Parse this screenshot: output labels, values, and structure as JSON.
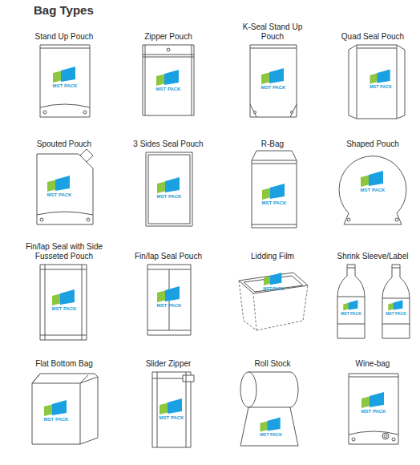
{
  "diagram": {
    "title": "Bag Types",
    "nodes": [
      {
        "text": [
          "Stand Up Pouch",
          "MST PACK"
        ]
      },
      {
        "text": [
          "Zipper Pouch",
          "MST PACK"
        ]
      },
      {
        "text": [
          "K-Seal Stand Up Pouch",
          "MST PACK"
        ]
      },
      {
        "text": [
          "Quad Seal Pouch",
          "MST PACK"
        ]
      },
      {
        "text": [
          "Spouted Pouch",
          "MST PACK"
        ]
      },
      {
        "text": [
          "3 Sides Seal Pouch",
          "MST PACK"
        ]
      },
      {
        "text": [
          "R-Bag",
          "MST PACK"
        ]
      },
      {
        "text": [
          "Shaped Pouch",
          "MST PACK"
        ]
      },
      {
        "text": [
          "Fin/lap Seal with Side Fusseted Pouch",
          "MST PACK"
        ]
      },
      {
        "text": [
          "Fin/lap Seal Pouch",
          "MST PACK"
        ]
      },
      {
        "text": [
          "Lidding Film",
          "MST PACK"
        ]
      },
      {
        "text": [
          "Shrink Sleeve/Label",
          "MST PACK",
          "MST PACK"
        ]
      },
      {
        "text": [
          "Flat Bottom Bag",
          "MST PACK"
        ]
      },
      {
        "text": [
          "Slider Zipper",
          "MST PACK"
        ]
      },
      {
        "text": [
          "Roll Stock",
          "MST PACK"
        ]
      },
      {
        "text": [
          "Wine-bag",
          "MST PACK"
        ]
      }
    ]
  }
}
